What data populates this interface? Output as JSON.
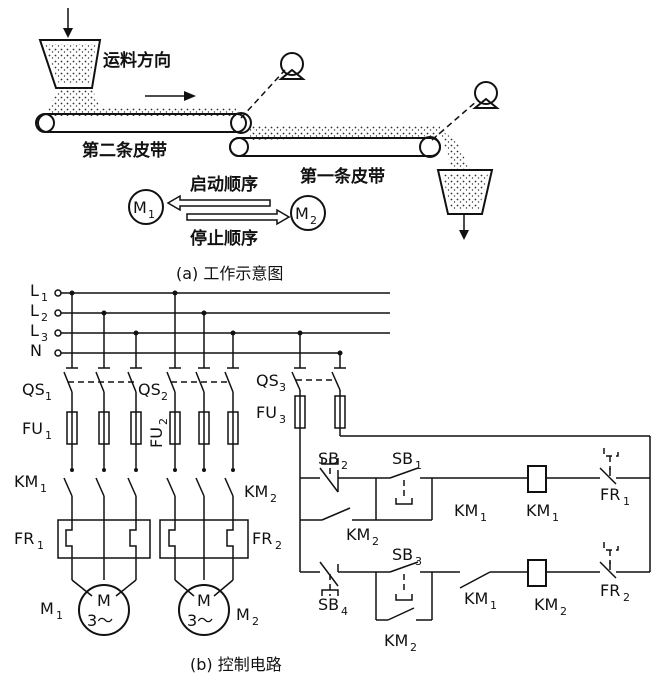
{
  "part_a": {
    "label_direction": "运料方向",
    "label_belt2": "第二条皮带",
    "label_belt1": "第一条皮带",
    "label_start_order": "启动顺序",
    "label_stop_order": "停止顺序",
    "motor1": {
      "letter": "M",
      "sub": "1"
    },
    "motor2": {
      "letter": "M",
      "sub": "2"
    },
    "caption": "(a) 工作示意图"
  },
  "part_b": {
    "lines": [
      {
        "letter": "L",
        "sub": "1"
      },
      {
        "letter": "L",
        "sub": "2"
      },
      {
        "letter": "L",
        "sub": "3"
      },
      {
        "letter": "N",
        "sub": ""
      }
    ],
    "qs1": {
      "letter": "QS",
      "sub": "1"
    },
    "qs2": {
      "letter": "QS",
      "sub": "2"
    },
    "qs3": {
      "letter": "QS",
      "sub": "3"
    },
    "fu1": {
      "letter": "FU",
      "sub": "1"
    },
    "fu2": {
      "letter": "FU",
      "sub": "2"
    },
    "fu3": {
      "letter": "FU",
      "sub": "3"
    },
    "km1_main": {
      "letter": "KM",
      "sub": "1"
    },
    "km2_main": {
      "letter": "KM",
      "sub": "2"
    },
    "fr1_main": {
      "letter": "FR",
      "sub": "1"
    },
    "fr2_main": {
      "letter": "FR",
      "sub": "2"
    },
    "motor_m1": {
      "letter": "M",
      "line2": "3～",
      "name": "M",
      "sub": "1"
    },
    "motor_m2": {
      "letter": "M",
      "line2": "3～",
      "name": "M",
      "sub": "2"
    },
    "sb1": {
      "letter": "SB",
      "sub": "1"
    },
    "sb2": {
      "letter": "SB",
      "sub": "2"
    },
    "sb3": {
      "letter": "SB",
      "sub": "3"
    },
    "sb4": {
      "letter": "SB",
      "sub": "4"
    },
    "km2_aux_a": {
      "letter": "KM",
      "sub": "2"
    },
    "km1_aux_a": {
      "letter": "KM",
      "sub": "1"
    },
    "km1_coil": {
      "letter": "KM",
      "sub": "1"
    },
    "fr1_ctrl": {
      "letter": "FR",
      "sub": "1"
    },
    "km1_aux_b": {
      "letter": "KM",
      "sub": "1"
    },
    "km2_coil": {
      "letter": "KM",
      "sub": "2"
    },
    "fr2_ctrl": {
      "letter": "FR",
      "sub": "2"
    },
    "km2_aux_b": {
      "letter": "KM",
      "sub": "2"
    },
    "caption": "(b) 控制电路"
  }
}
